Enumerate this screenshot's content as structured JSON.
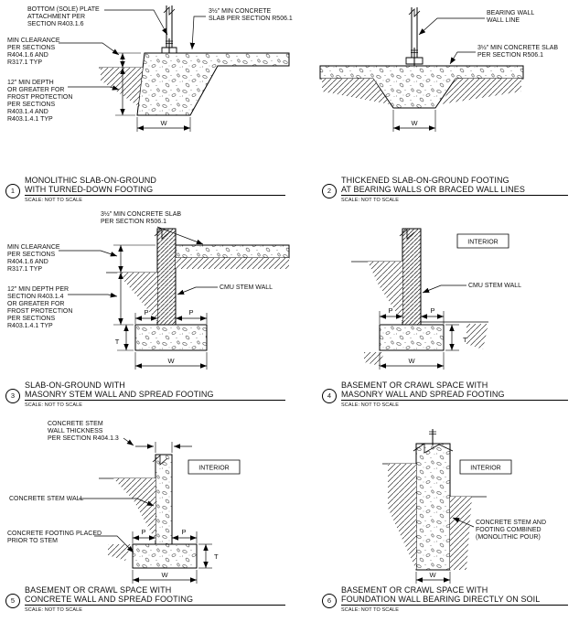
{
  "panels": [
    {
      "number": "1",
      "title1": "MONOLITHIC SLAB-ON-GROUND",
      "title2": "WITH TURNED-DOWN FOOTING",
      "scale": "SCALE: NOT TO SCALE",
      "labels": {
        "plate": [
          "BOTTOM (SOLE) PLATE",
          "ATTACHMENT PER",
          "SECTION R403.1.6"
        ],
        "slab": [
          "3½\" MIN CONCRETE",
          "SLAB PER SECTION R506.1"
        ],
        "clearance": [
          "MIN CLEARANCE",
          "PER SECTIONS",
          "R404.1.6 AND",
          "R317.1 TYP"
        ],
        "depth": [
          "12\" MIN DEPTH",
          "OR GREATER FOR",
          "FROST PROTECTION",
          "PER SECTIONS",
          "R403.1.4 AND",
          "R403.1.4.1 TYP"
        ],
        "w": "W"
      }
    },
    {
      "number": "2",
      "title1": "THICKENED SLAB-ON-GROUND FOOTING",
      "title2": "AT BEARING WALLS OR BRACED WALL LINES",
      "scale": "SCALE: NOT TO SCALE",
      "labels": {
        "bearing": [
          "BEARING WALL",
          "WALL LINE"
        ],
        "slab": [
          "3½\" MIN CONCRETE SLAB",
          "PER SECTION R506.1"
        ],
        "w": "W"
      }
    },
    {
      "number": "3",
      "title1": "SLAB-ON-GROUND WITH",
      "title2": "MASONRY STEM WALL AND SPREAD FOOTING",
      "scale": "SCALE: NOT TO SCALE",
      "labels": {
        "slab": [
          "3½\" MIN CONCRETE SLAB",
          "PER SECTION R506.1"
        ],
        "clearance": [
          "MIN CLEARANCE",
          "PER SECTIONS",
          "R404.1.6 AND",
          "R317.1 TYP"
        ],
        "depth": [
          "12\" MIN DEPTH PER",
          "SECTION R403.1.4",
          "OR GREATER FOR",
          "FROST PROTECTION",
          "PER SECTIONS",
          "R403.1.4.1 TYP"
        ],
        "cmu": "CMU STEM WALL",
        "p": "P",
        "t": "T",
        "w": "W"
      }
    },
    {
      "number": "4",
      "title1": "BASEMENT OR CRAWL SPACE WITH",
      "title2": "MASONRY WALL AND SPREAD FOOTING",
      "scale": "SCALE: NOT TO SCALE",
      "labels": {
        "interior": "INTERIOR",
        "cmu": "CMU STEM WALL",
        "p": "P",
        "t": "T",
        "w": "W"
      }
    },
    {
      "number": "5",
      "title1": "BASEMENT OR CRAWL SPACE WITH",
      "title2": "CONCRETE WALL AND SPREAD FOOTING",
      "scale": "SCALE: NOT TO SCALE",
      "labels": {
        "thickness": [
          "CONCRETE STEM",
          "WALL THICKNESS",
          "PER SECTION R404.1.3"
        ],
        "interior": "INTERIOR",
        "stem": "CONCRETE STEM WALL",
        "footing": [
          "CONCRETE FOOTING PLACED",
          "PRIOR TO STEM"
        ],
        "p": "P",
        "t": "T",
        "w": "W"
      }
    },
    {
      "number": "6",
      "title1": "BASEMENT OR CRAWL SPACE WITH",
      "title2": "FOUNDATION WALL BEARING DIRECTLY ON SOIL",
      "scale": "SCALE: NOT TO SCALE",
      "labels": {
        "interior": "INTERIOR",
        "mono": [
          "CONCRETE STEM AND",
          "FOOTING COMBINED",
          "(MONOLITHIC POUR)"
        ],
        "w": "W"
      }
    }
  ]
}
